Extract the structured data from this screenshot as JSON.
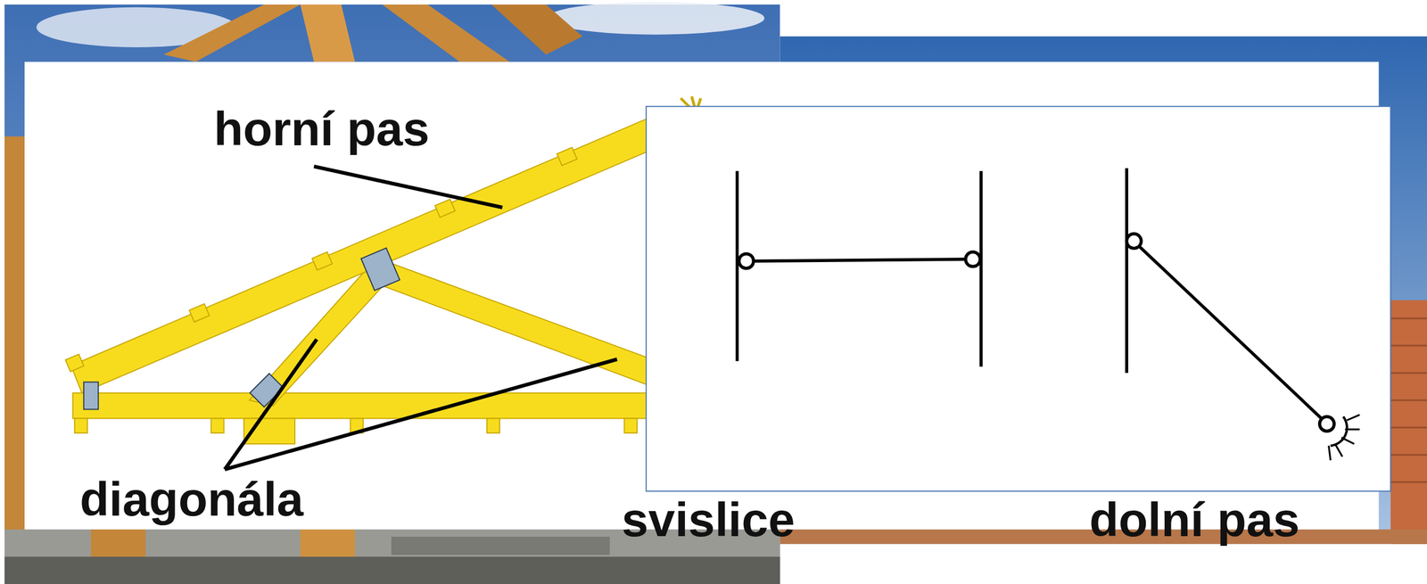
{
  "diagram": {
    "labels": [
      "horní pas",
      "diagonála",
      "svislice",
      "dolní pas"
    ]
  }
}
